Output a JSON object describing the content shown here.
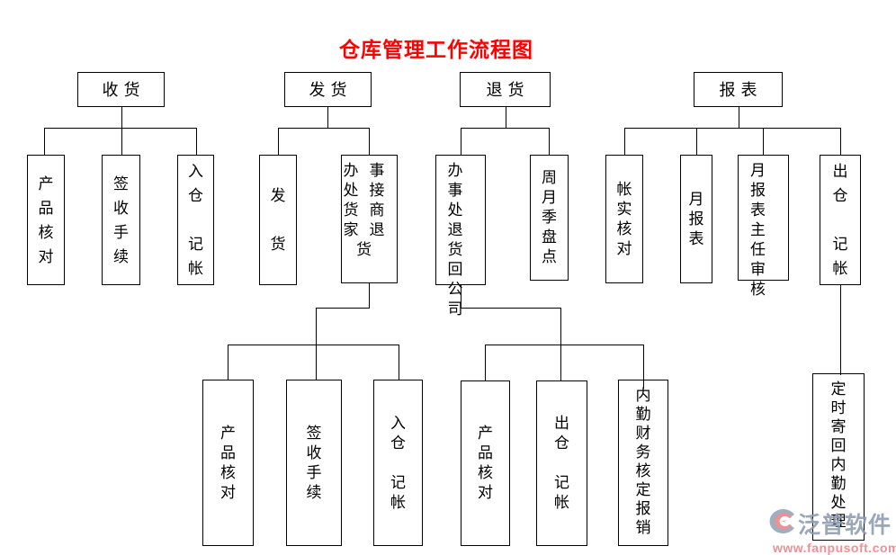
{
  "flow": {
    "title": "仓库管理工作流程图",
    "title_color": "#ff0000",
    "line_color": "#000000",
    "branches": [
      {
        "label": "收货",
        "children": [
          "产\n品\n核\n对",
          "签\n收\n手\n续",
          "入\n仓\n\n记\n帐"
        ]
      },
      {
        "label": "发货",
        "children": [
          "发\n\n货",
          "办事\n处接\n货商\n家退\n货"
        ]
      },
      {
        "label": "退货",
        "children": [
          "办事\n处退\n货回\n公司",
          "周\n月\n季\n盘\n点"
        ]
      },
      {
        "label": "报表",
        "children": [
          "帐\n实\n核\n对",
          "月\n报\n表",
          "月报\n表主\n任审\n核",
          "出\n仓\n\n记\n帐"
        ]
      }
    ],
    "subflows": [
      {
        "children": [
          "产\n品\n核\n对",
          "签\n收\n手\n续",
          "入\n仓\n\n记\n帐"
        ]
      },
      {
        "children": [
          "产\n品\n核\n对",
          "出\n仓\n\n记\n帐",
          "内\n勤\n财\n务\n核\n定\n报\n销"
        ]
      },
      {
        "children": [
          "定\n时\n寄\n回\n内\n勤\n处\n理"
        ]
      }
    ],
    "watermark": {
      "brand": "泛普软件",
      "url": "www.fanpusoft.com",
      "brand_color": "#8d9cb1",
      "url_color": "#ec8186"
    }
  }
}
